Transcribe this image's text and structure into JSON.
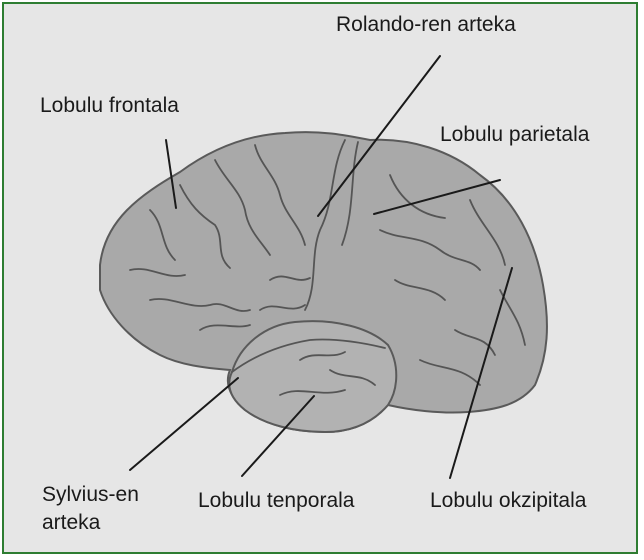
{
  "diagram": {
    "labels": {
      "rolando": "Rolando-ren arteka",
      "frontal": "Lobulu frontala",
      "parietal": "Lobulu parietala",
      "sylvius_line1": "Sylvius-en",
      "sylvius_line2": "arteka",
      "temporal": "Lobulu tenporala",
      "occipital": "Lobulu okzipitala"
    },
    "colors": {
      "border": "#2e7d32",
      "background": "#e6e6e6",
      "brain_fill": "#a9a9a9",
      "sulcus": "#555555",
      "leader_line": "#1a1a1a"
    }
  }
}
